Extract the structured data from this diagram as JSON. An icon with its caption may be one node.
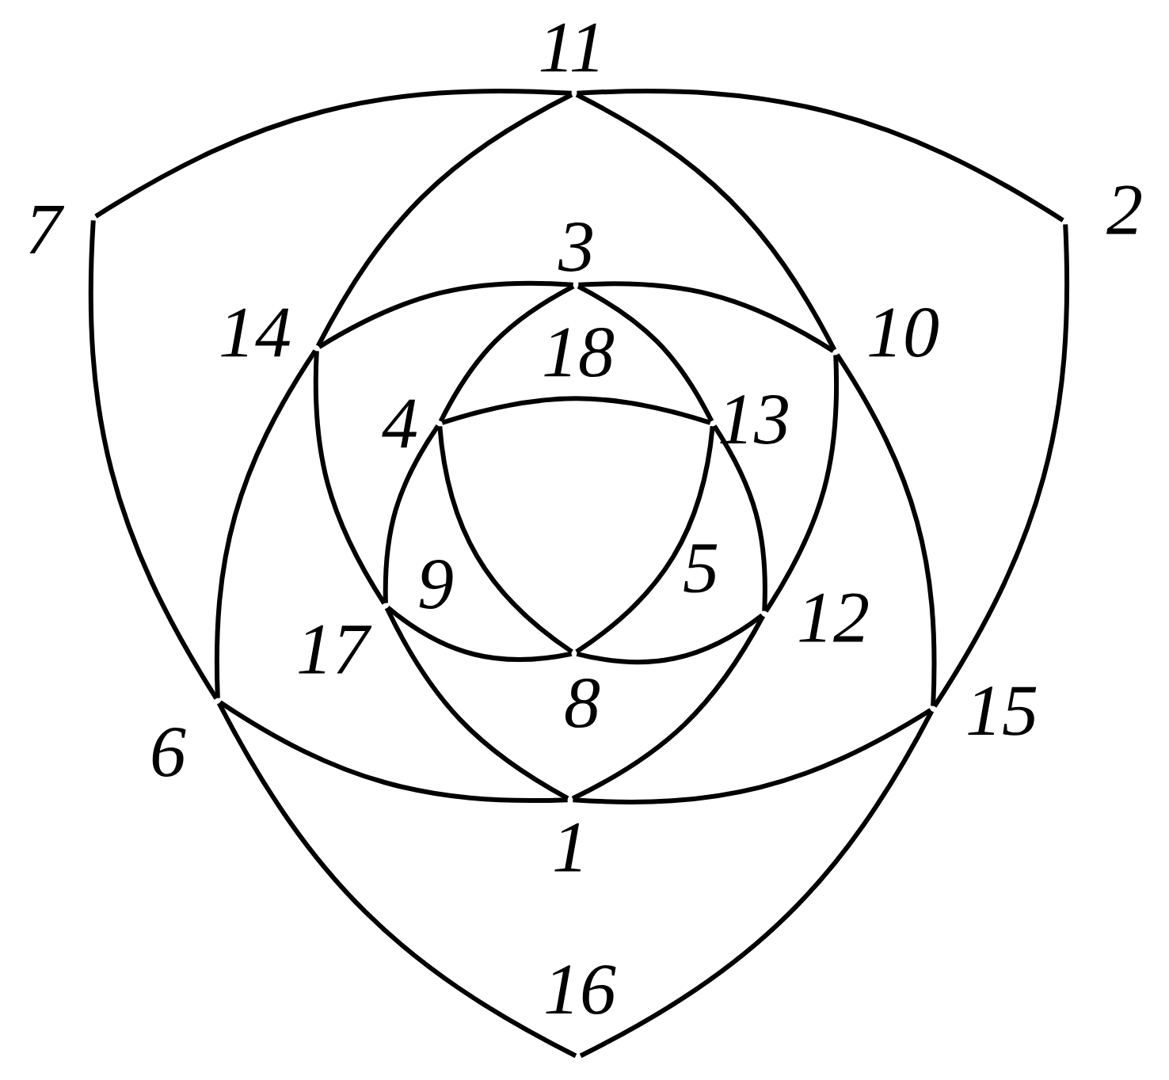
{
  "diagram": {
    "nodes": [
      {
        "text": [
          "11"
        ]
      },
      {
        "text": [
          "7"
        ]
      },
      {
        "text": [
          "2"
        ]
      },
      {
        "text": [
          "3"
        ]
      },
      {
        "text": [
          "14"
        ]
      },
      {
        "text": [
          "10"
        ]
      },
      {
        "text": [
          "4"
        ]
      },
      {
        "text": [
          "13"
        ]
      },
      {
        "text": [
          "17"
        ]
      },
      {
        "text": [
          "12"
        ]
      },
      {
        "text": [
          "8"
        ]
      },
      {
        "text": [
          "6"
        ]
      },
      {
        "text": [
          "15"
        ]
      },
      {
        "text": [
          "1"
        ]
      },
      {
        "text": [
          "16"
        ]
      }
    ],
    "edges": [
      {
        "from": 1,
        "to": 0,
        "arrow": "none"
      },
      {
        "from": 0,
        "to": 2,
        "arrow": "none"
      },
      {
        "from": 1,
        "to": 11,
        "arrow": "none"
      },
      {
        "from": 2,
        "to": 12,
        "arrow": "none"
      },
      {
        "from": 11,
        "to": 14,
        "arrow": "none"
      },
      {
        "from": 12,
        "to": 14,
        "arrow": "none"
      },
      {
        "from": 0,
        "to": 4,
        "arrow": "none"
      },
      {
        "from": 0,
        "to": 5,
        "arrow": "none"
      },
      {
        "from": 4,
        "to": 11,
        "arrow": "none"
      },
      {
        "from": 5,
        "to": 12,
        "arrow": "none"
      },
      {
        "from": 4,
        "to": 3,
        "arrow": "none"
      },
      {
        "from": 3,
        "to": 5,
        "arrow": "none"
      },
      {
        "from": 4,
        "to": 8,
        "arrow": "none"
      },
      {
        "from": 5,
        "to": 9,
        "arrow": "none"
      },
      {
        "from": 11,
        "to": 13,
        "arrow": "none"
      },
      {
        "from": 13,
        "to": 12,
        "arrow": "none"
      },
      {
        "from": 8,
        "to": 13,
        "arrow": "none"
      },
      {
        "from": 9,
        "to": 13,
        "arrow": "none"
      },
      {
        "from": 3,
        "to": 6,
        "arrow": "none"
      },
      {
        "from": 3,
        "to": 7,
        "arrow": "none"
      },
      {
        "from": 6,
        "to": 7,
        "arrow": "none"
      },
      {
        "from": 6,
        "to": 8,
        "arrow": "none"
      },
      {
        "from": 7,
        "to": 9,
        "arrow": "none"
      },
      {
        "from": 6,
        "to": 10,
        "arrow": "none"
      },
      {
        "from": 7,
        "to": 10,
        "arrow": "none"
      },
      {
        "from": 8,
        "to": 10,
        "arrow": "none"
      },
      {
        "from": 9,
        "to": 10,
        "arrow": "none"
      }
    ],
    "labels": [
      "18",
      "9",
      "5"
    ]
  }
}
